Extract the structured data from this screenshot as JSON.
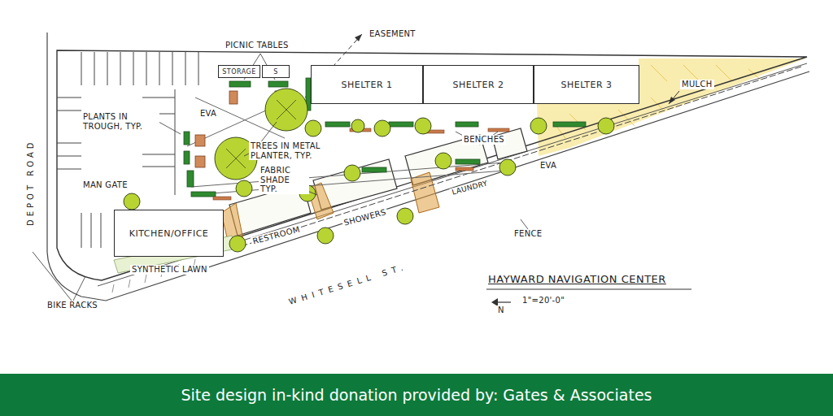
{
  "diagram": {
    "title": "HAYWARD NAVIGATION CENTER",
    "caption": "Site design in-kind donation provided by: Gates & Associates",
    "nodes": [
      {
        "text": [
          "STORAGE"
        ]
      },
      {
        "text": [
          "S"
        ]
      },
      {
        "text": [
          "SHELTER 1"
        ]
      },
      {
        "text": [
          "SHELTER 2"
        ]
      },
      {
        "text": [
          "SHELTER 3"
        ]
      },
      {
        "text": [
          "KITCHEN/OFFICE"
        ]
      }
    ],
    "labels": [
      "PICNIC TABLES",
      "EASEMENT",
      "MULCH",
      "EVA",
      "PLANTS IN TROUGH, TYP.",
      "TREES IN METAL PLANTER, TYP.",
      "BENCHES",
      "FABRIC SHADE TYP.",
      "MAN GATE",
      "RESTROOM",
      "SHOWERS",
      "LAUNDRY",
      "EVA",
      "FENCE",
      "SYNTHETIC LAWN",
      "BIKE RACKS",
      "DEPOT ROAD",
      "WHITESELL ST.",
      "N",
      "1\"=20'-0\""
    ]
  }
}
